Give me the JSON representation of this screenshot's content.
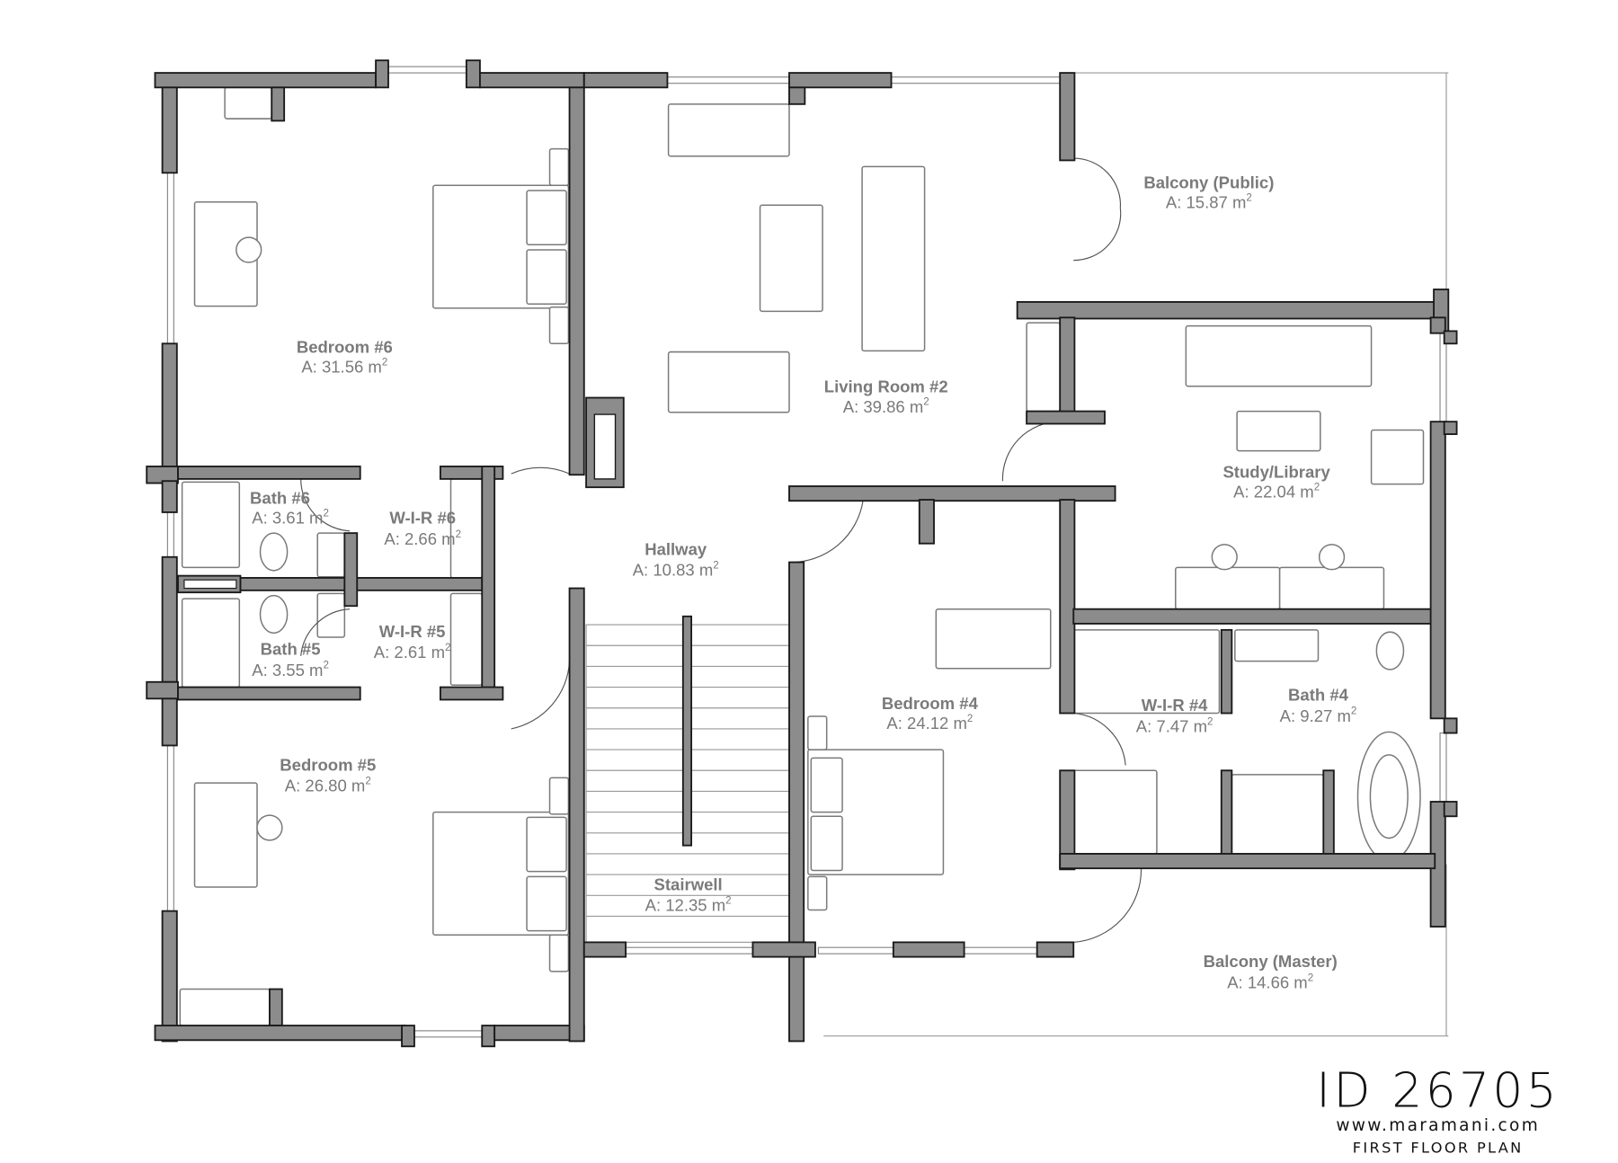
{
  "plan": {
    "wall_color": "#8c8c8c",
    "label_color": "#7a7a7a",
    "area_exponent": "2",
    "rooms": {
      "bedroom6": {
        "name": "Bedroom #6",
        "area": "A: 31.56 m"
      },
      "living2": {
        "name": "Living Room #2",
        "area": "A: 39.86 m"
      },
      "balcony_public": {
        "name": "Balcony (Public)",
        "area": "A: 15.87 m"
      },
      "study": {
        "name": "Study/Library",
        "area": "A: 22.04 m"
      },
      "bath6": {
        "name": "Bath #6",
        "area": "A: 3.61 m"
      },
      "wir6": {
        "name": "W-I-R #6",
        "area": "A: 2.66 m"
      },
      "hallway": {
        "name": "Hallway",
        "area": "A: 10.83 m"
      },
      "bath5": {
        "name": "Bath #5",
        "area": "A: 3.55 m"
      },
      "wir5": {
        "name": "W-I-R #5",
        "area": "A: 2.61 m"
      },
      "bedroom4": {
        "name": "Bedroom #4",
        "area": "A: 24.12 m"
      },
      "wir4": {
        "name": "W-I-R #4",
        "area": "A: 7.47 m"
      },
      "bath4": {
        "name": "Bath #4",
        "area": "A: 9.27 m"
      },
      "bedroom5": {
        "name": "Bedroom #5",
        "area": "A: 26.80 m"
      },
      "stairwell": {
        "name": "Stairwell",
        "area": "A: 12.35 m"
      },
      "balcony_master": {
        "name": "Balcony (Master)",
        "area": "A: 14.66 m"
      }
    }
  },
  "footer": {
    "id": "ID 26705",
    "website": "www.maramani.com",
    "title": "FIRST FLOOR PLAN"
  }
}
